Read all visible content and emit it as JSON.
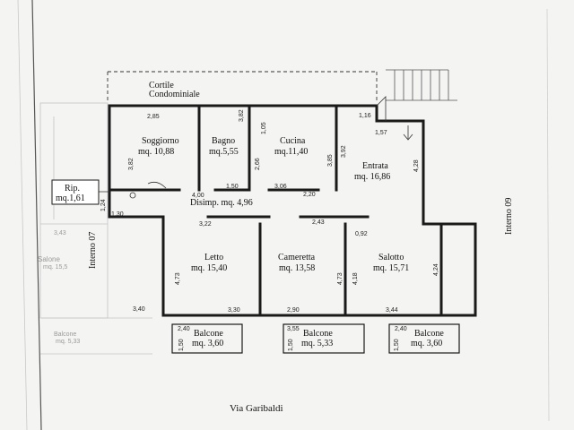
{
  "courtyard": {
    "line1": "Cortile",
    "line2": "Condominiale"
  },
  "rooms": {
    "soggiorno": {
      "name": "Soggiorno",
      "area": "mq. 10,88"
    },
    "bagno": {
      "name": "Bagno",
      "area": "mq.5,55"
    },
    "cucina": {
      "name": "Cucina",
      "area": "mq.11,40"
    },
    "entrata": {
      "name": "Entrata",
      "area": "mq. 16,86"
    },
    "rip": {
      "name": "Rip.",
      "area": "mq.1,61"
    },
    "disimp": {
      "text": "Disimp.  mq. 4,96"
    },
    "letto": {
      "name": "Letto",
      "area": "mq. 15,40"
    },
    "cameretta": {
      "name": "Cameretta",
      "area": "mq. 13,58"
    },
    "salotto": {
      "name": "Salotto",
      "area": "mq. 15,71"
    },
    "balcone1": {
      "name": "Balcone",
      "area": "mq. 3,60"
    },
    "balcone2": {
      "name": "Balcone",
      "area": "mq. 5,33"
    },
    "balcone3": {
      "name": "Balcone",
      "area": "mq. 3,60"
    }
  },
  "neighbors": {
    "left": "Interno 07",
    "right": "Interno 09"
  },
  "street": "Via Garibaldi",
  "dimensions": {
    "d285": "2,85",
    "d382a": "3,82",
    "d116": "1,16",
    "d157": "1,57",
    "d105": "1,05",
    "d266": "2,66",
    "d385": "3,85",
    "d392": "3,92",
    "d428": "4,28",
    "d382b": "3,82",
    "d400": "4,00",
    "d150": "1,50",
    "d306": "3,06",
    "d220": "2,20",
    "d130": "1,30",
    "d124": "1,24",
    "d322": "3,22",
    "d243": "2,43",
    "d092": "0,92",
    "d473a": "4,73",
    "d473b": "4,73",
    "d418": "4,18",
    "d424": "4,24",
    "d330": "3,30",
    "d290": "2,90",
    "d344": "3,44",
    "d240a": "2,40",
    "d355": "3,55",
    "d240b": "2,40",
    "d150a": "1,50",
    "d150b": "1,50",
    "d150c": "1,50",
    "d340": "3,40"
  },
  "faint_labels": {
    "salone_left": "Salone",
    "salone_area": "mq. 15,5",
    "balcone_left": "Balcone",
    "balcone_left_area": "mq. 5,33",
    "d343": "3,43"
  }
}
